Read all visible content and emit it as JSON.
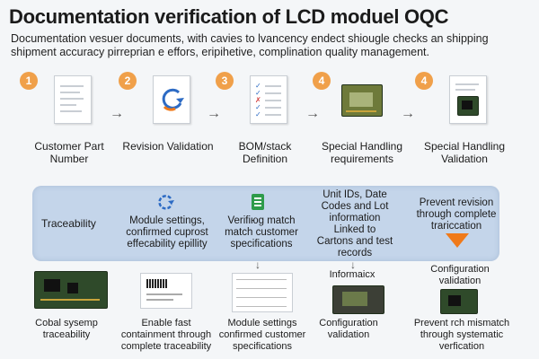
{
  "header": {
    "title": "Documentation verification of LCD moduel OQC",
    "subtitle": "Documentation vesuer documents, with cavies to lvancency endect  shiougle checks an shipping shipment accuracy pirreprian e effors, eripihetive, complination quality management."
  },
  "steps": [
    {
      "badge": "1",
      "label": "Customer Part Number",
      "icon": "document-icon"
    },
    {
      "badge": "2",
      "label": "Revision Validation",
      "icon": "refresh-icon"
    },
    {
      "badge": "3",
      "label": "BOM/stack Definition",
      "icon": "checklist-icon"
    },
    {
      "badge": "4",
      "label": "Special Handling requirements",
      "icon": "lcd-module-icon"
    },
    {
      "badge": "4",
      "label": "Special Handling Validation",
      "icon": "document-with-module-icon"
    }
  ],
  "band": {
    "traceability": "Traceability",
    "module_settings": "Module settings, confirmed cuprost effecability epillity",
    "verify_match": "Verifiюg match match customer specifications",
    "unit_ids": "Unit IDs, Date Codes and Lot information",
    "linked": "Linked to Cartons and test records",
    "prevent": "Prevent revision through complete trariccation"
  },
  "bottom": {
    "cobal": "Cobal sysemp traceability",
    "enable": "Enable fast containment through complete traceability",
    "module_settings": "Module settings confirmed customer specifications",
    "informaicx": "Informaicx",
    "configuration": "Configuration validation",
    "config_validation": "Configuration validation",
    "prevent": "Prevent rch mismatch through systematic verfication"
  },
  "colors": {
    "badge": "#f0a04a",
    "band": "#c4d5ea",
    "accent_blue": "#2d6bc4",
    "accent_orange": "#f07a1a",
    "pcb_green": "#2f4a2a"
  }
}
